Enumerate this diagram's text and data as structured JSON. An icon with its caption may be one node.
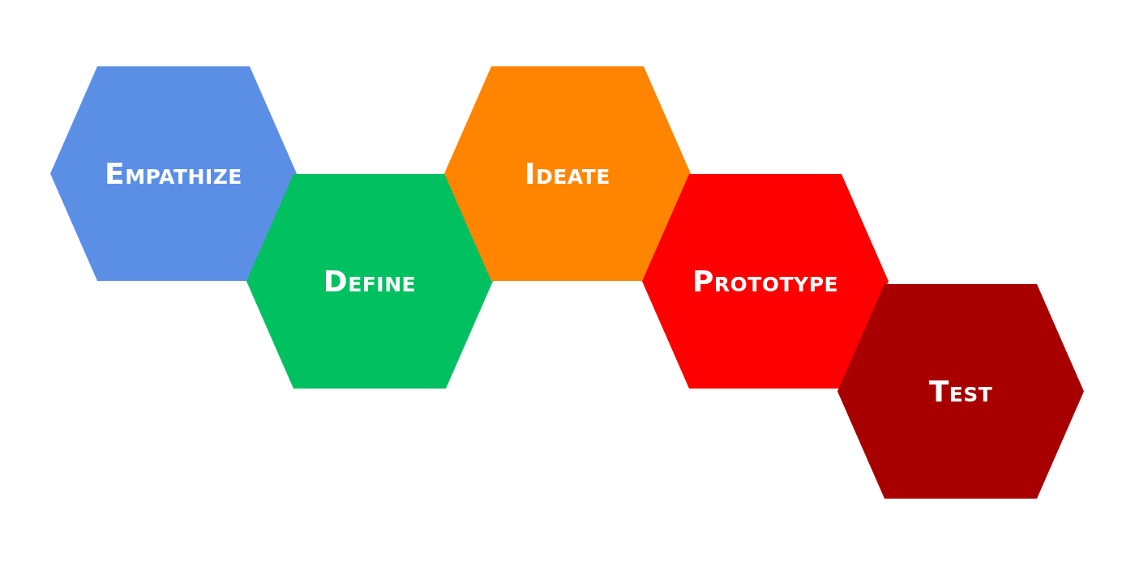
{
  "diagram": {
    "nodes": [
      {
        "text": [
          "Empathize"
        ]
      },
      {
        "text": [
          "Define"
        ]
      },
      {
        "text": [
          "Ideate"
        ]
      },
      {
        "text": [
          "Prototype"
        ]
      },
      {
        "text": [
          "Test"
        ]
      }
    ]
  }
}
